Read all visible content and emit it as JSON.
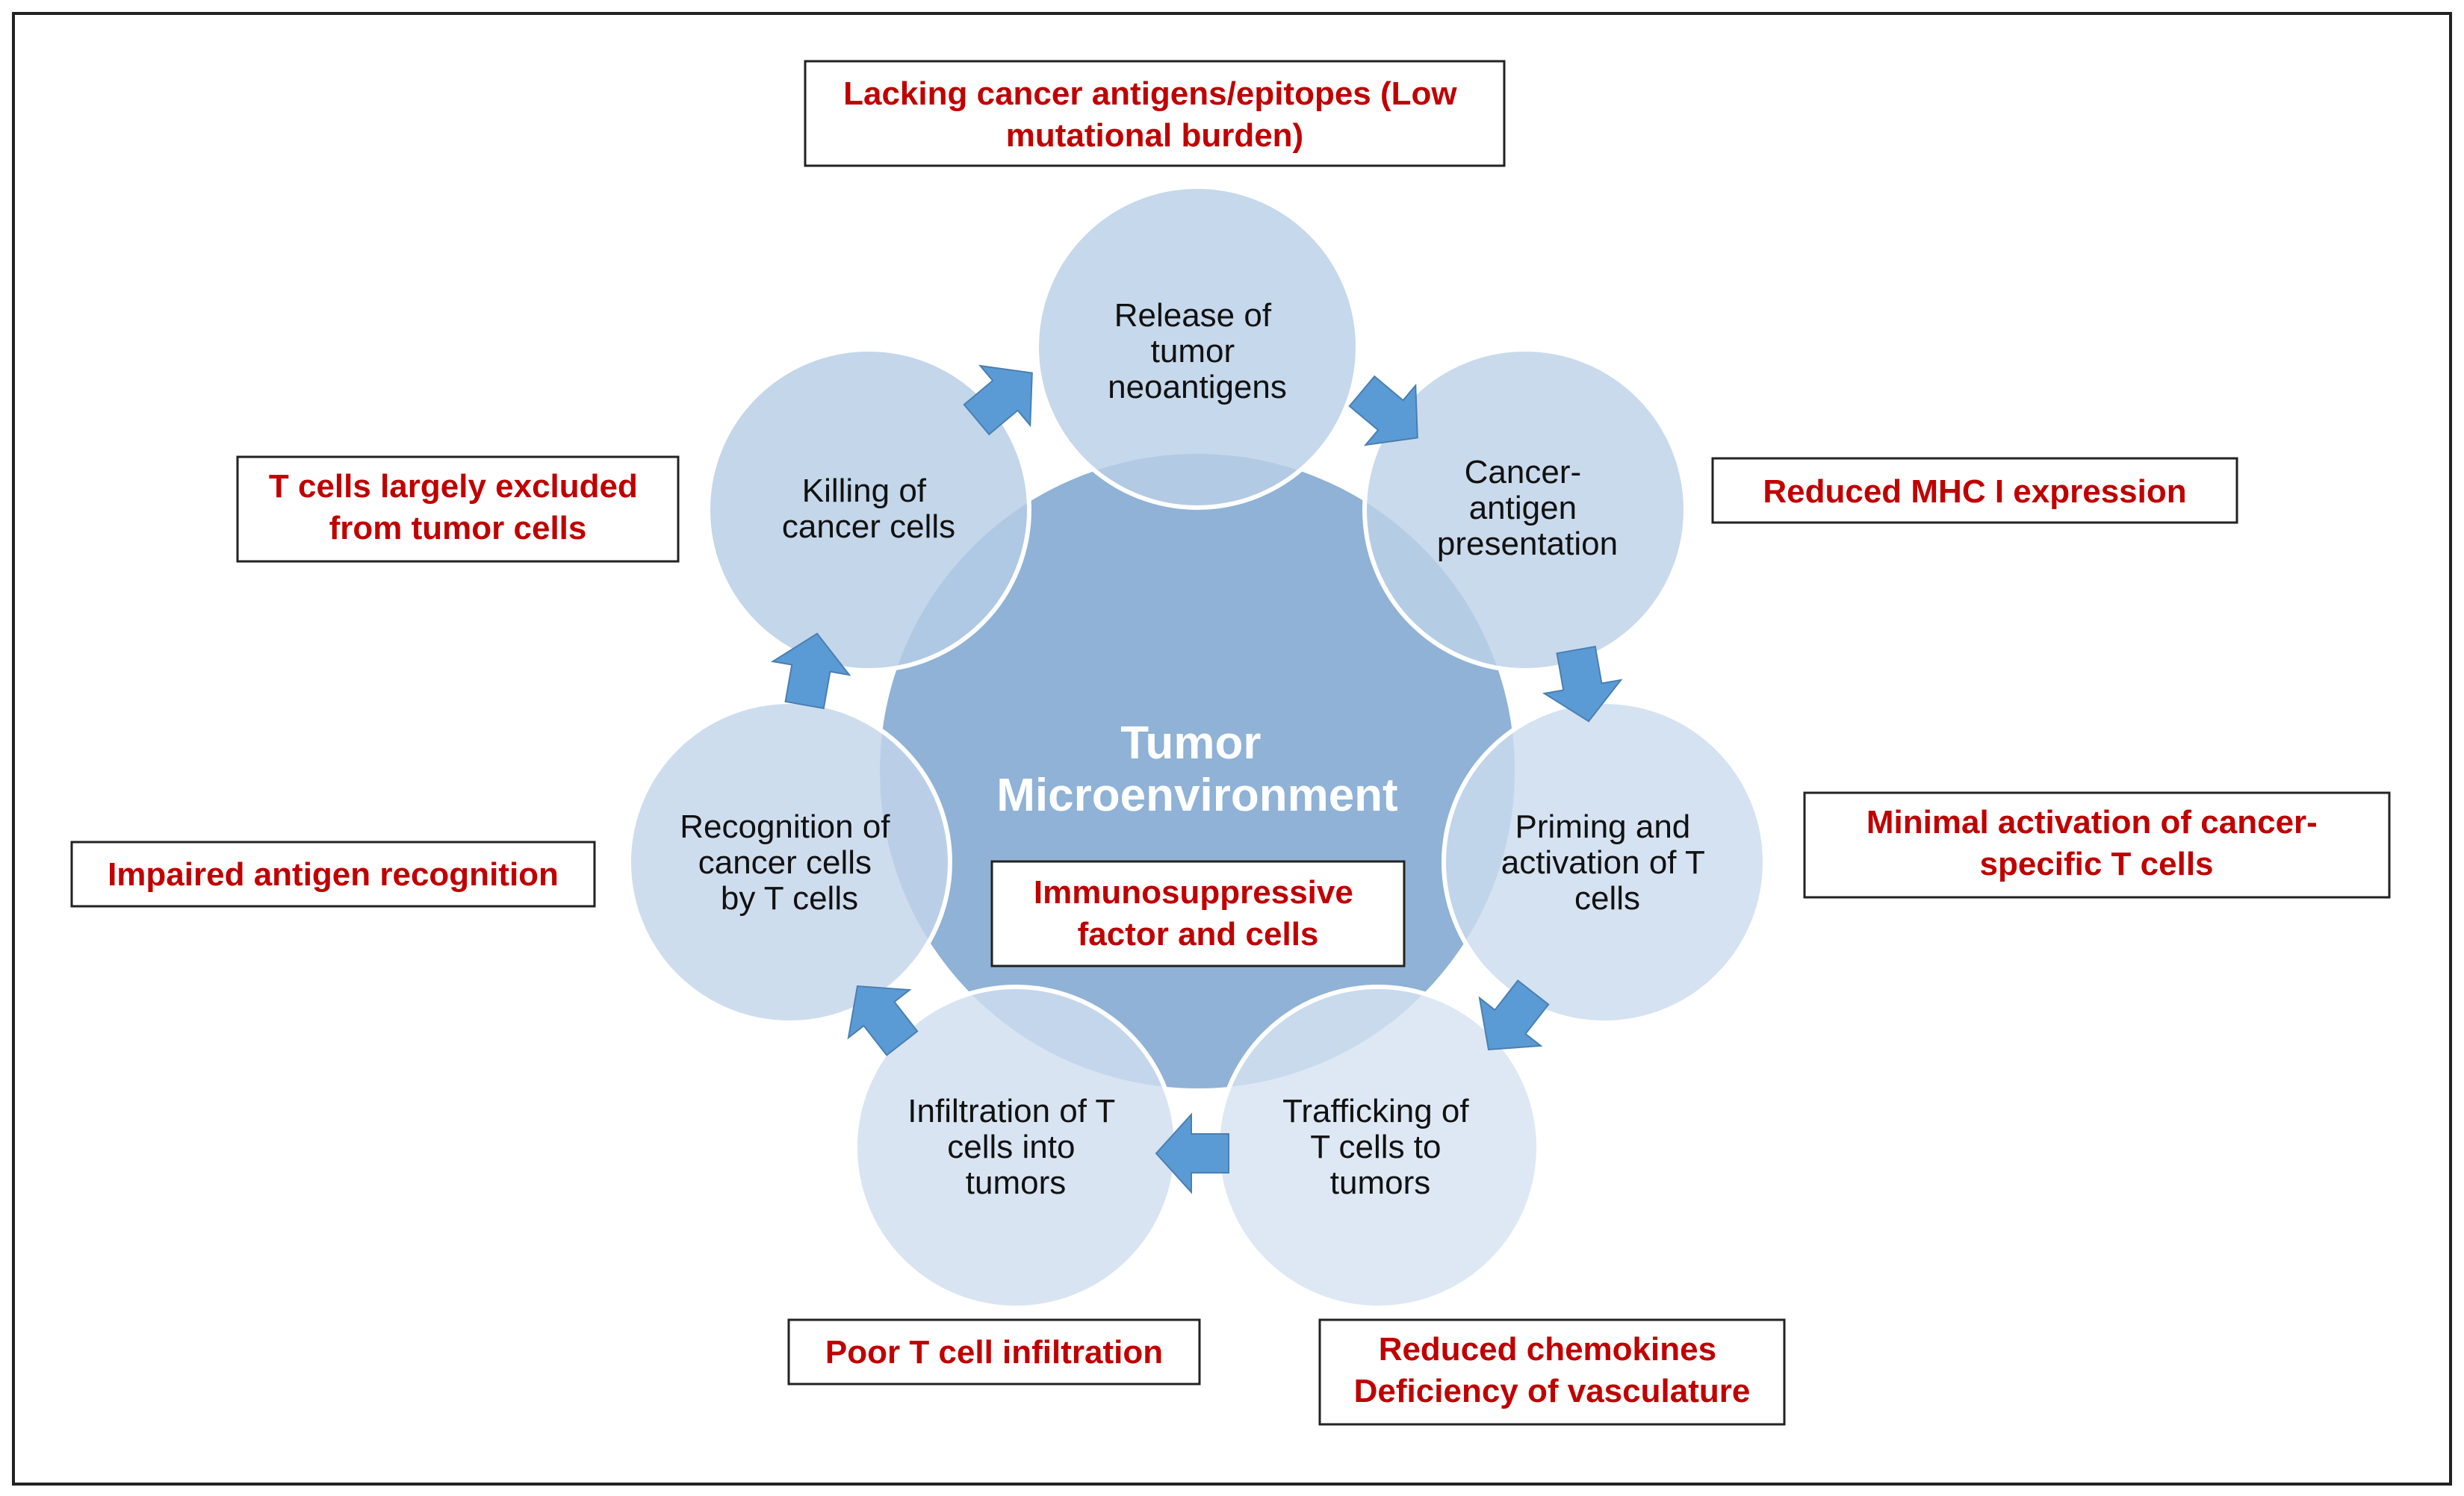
{
  "center": {
    "title_lines": [
      "Tumor",
      "Microenvironment"
    ]
  },
  "cycle_steps": [
    {
      "id": "release",
      "lines": [
        "Release of",
        "tumor",
        "neoantigens"
      ],
      "fill": "#b9cfe6"
    },
    {
      "id": "presentation",
      "lines": [
        "Cancer-",
        "antigen",
        "presentation"
      ],
      "fill": "#bdd2e8"
    },
    {
      "id": "priming",
      "lines": [
        "Priming and",
        "activation of T",
        "cells"
      ],
      "fill": "#cbdcee"
    },
    {
      "id": "trafficking",
      "lines": [
        "Trafficking of",
        "T cells to",
        "tumors"
      ],
      "fill": "#d6e3f1"
    },
    {
      "id": "infiltration",
      "lines": [
        "Infiltration of T",
        "cells into",
        "tumors"
      ],
      "fill": "#cfdeef"
    },
    {
      "id": "recognition",
      "lines": [
        "Recognition of",
        "cancer cells",
        "by T cells"
      ],
      "fill": "#c3d6ea"
    },
    {
      "id": "killing",
      "lines": [
        "Killing of",
        "cancer cells"
      ],
      "fill": "#b6cde5"
    }
  ],
  "barriers": [
    {
      "id": "antigens",
      "lines": [
        "Lacking cancer antigens/epitopes (Low",
        "mutational burden)"
      ]
    },
    {
      "id": "mhc",
      "lines": [
        "Reduced MHC I expression"
      ]
    },
    {
      "id": "activation",
      "lines": [
        "Minimal activation of cancer-",
        "specific T cells"
      ]
    },
    {
      "id": "chemokines",
      "lines": [
        "Reduced chemokines",
        "Deficiency of vasculature"
      ]
    },
    {
      "id": "infiltration",
      "lines": [
        "Poor T cell infiltration"
      ]
    },
    {
      "id": "recognition",
      "lines": [
        "Impaired antigen recognition"
      ]
    },
    {
      "id": "excluded",
      "lines": [
        "T cells largely excluded",
        "from tumor cells"
      ]
    },
    {
      "id": "immunosuppressive",
      "lines": [
        "Immunosuppressive",
        "factor and cells"
      ]
    }
  ],
  "colors": {
    "center_circle": "#8fb2d6",
    "arrow": "#5b9bd5",
    "barrier_text": "#c00000",
    "circle_outline": "#ffffff"
  }
}
